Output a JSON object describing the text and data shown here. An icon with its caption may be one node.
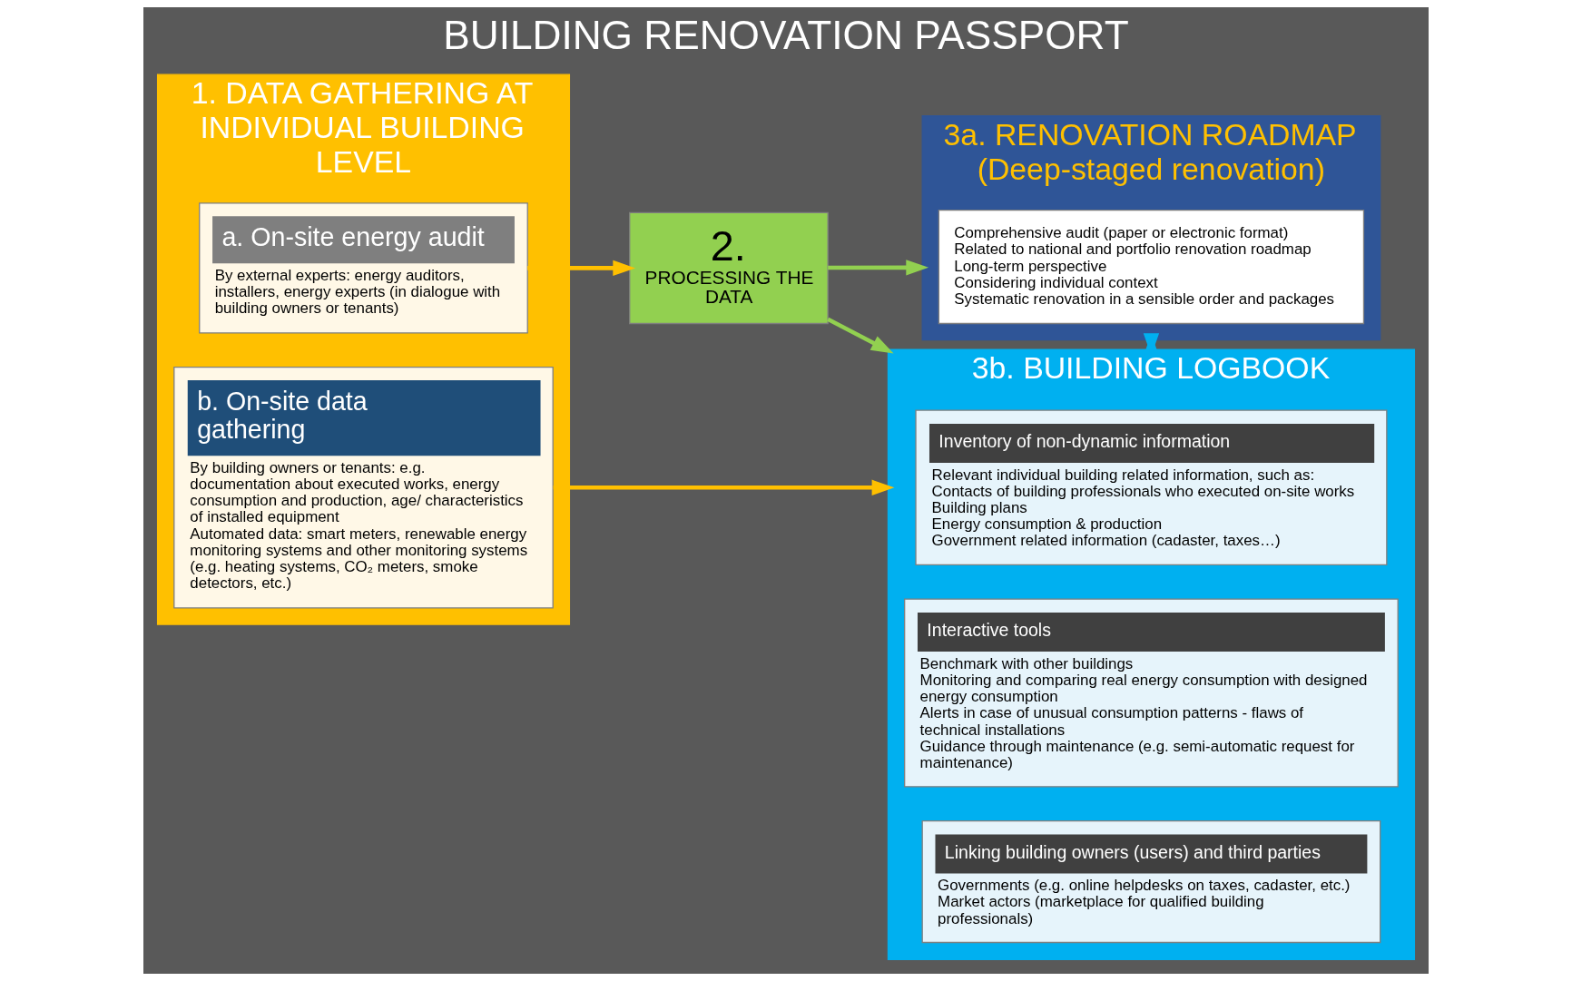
{
  "diagram": {
    "title": "BUILDING RENOVATION PASSPORT",
    "nodes": [
      {
        "text": [
          "1. DATA GATHERING AT INDIVIDUAL BUILDING LEVEL"
        ]
      },
      {
        "text": [
          "a. On-site energy audit",
          "By external experts: energy auditors, installers, energy experts (in dialogue with building owners or tenants)"
        ],
        "in": 0
      },
      {
        "text": [
          "b. On-site data gathering",
          "By building owners or tenants: e.g. documentation about executed works, energy consumption and production, age/ characteristics of installed equipment",
          "Automated data: smart meters, renewable energy monitoring systems and other monitoring systems (e.g. heating systems, CO₂ meters, smoke detectors, etc.)"
        ],
        "in": 0
      },
      {
        "text": [
          "2.",
          "PROCESSING THE DATA"
        ]
      },
      {
        "text": [
          "3a. RENOVATION ROADMAP (Deep-staged renovation)"
        ]
      },
      {
        "text": [
          "Comprehensive audit (paper or electronic format)",
          "Related to national and portfolio renovation roadmap",
          "Long-term perspective",
          "Considering individual context",
          "Systematic renovation in a sensible order and packages"
        ],
        "in": 4
      },
      {
        "text": [
          "3b. BUILDING LOGBOOK"
        ]
      },
      {
        "text": [
          "Inventory of non-dynamic information",
          "Relevant individual building related information, such as:",
          "Contacts of building professionals who executed on-site works",
          "Building plans",
          "Energy consumption & production",
          "Government related information (cadaster, taxes…)"
        ],
        "in": 6
      },
      {
        "text": [
          "Interactive tools",
          "Benchmark with other buildings",
          "Monitoring and comparing real energy consumption with designed energy consumption",
          "Alerts in case of unusual consumption patterns - flaws of technical installations",
          "Guidance through maintenance (e.g. semi-automatic request for maintenance)"
        ],
        "in": 6
      },
      {
        "text": [
          "Linking building owners (users) and third parties",
          "Governments (e.g. online helpdesks on taxes, cadaster, etc.)",
          "Market actors (marketplace for qualified building professionals)"
        ],
        "in": 6
      }
    ],
    "edges": [
      {
        "from": 1,
        "to": 3,
        "arrow": "to",
        "color": "#ffc000"
      },
      {
        "from": 2,
        "to": 6,
        "arrow": "to",
        "color": "#ffc000"
      },
      {
        "from": 3,
        "to": 4,
        "arrow": "to",
        "color": "#92d050"
      },
      {
        "from": 3,
        "to": 6,
        "arrow": "to",
        "color": "#92d050"
      },
      {
        "from": 4,
        "to": 6,
        "arrow": "to",
        "color": "#00b0f0"
      },
      {
        "from": 6,
        "to": 4,
        "arrow": "to",
        "color": "#00b0f0"
      }
    ]
  }
}
